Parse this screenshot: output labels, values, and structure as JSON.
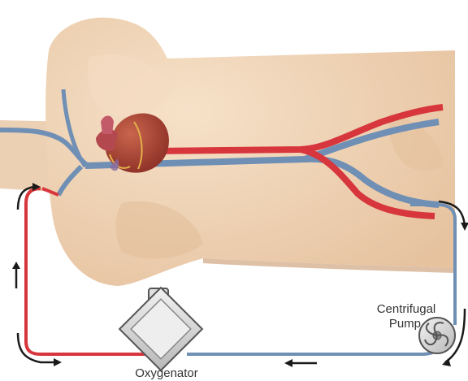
{
  "labels": {
    "pump_line1": "Centrifugal",
    "pump_line2": "Pump",
    "oxygenator": "Oxygenator"
  },
  "colors": {
    "skin": "#efd3b6",
    "skin_shadow": "#dfb893",
    "artery": "#d7363d",
    "vein": "#6f8fb5",
    "heart": "#b04a3c",
    "arrow": "#1a1a1a",
    "device": "#d9d9d9"
  }
}
